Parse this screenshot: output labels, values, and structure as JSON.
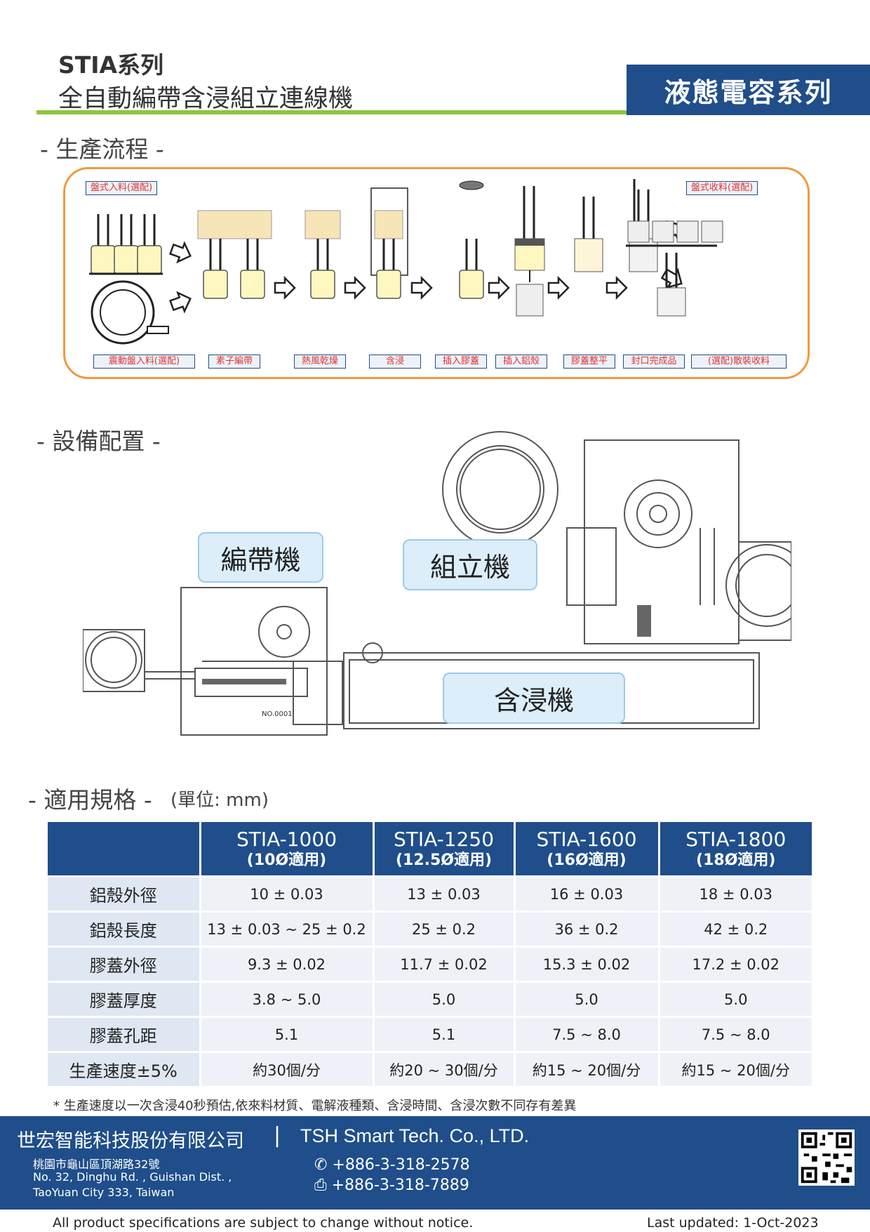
{
  "header": {
    "series": "STIA系列",
    "title": "全自動編帶含浸組立連線機",
    "badge": "液態電容系列"
  },
  "sections": {
    "flow": "- 生產流程 -",
    "equipment": "- 設備配置 -",
    "spec": "- 適用規格 -",
    "spec_unit": "(單位:  mm)"
  },
  "flow": {
    "top_left_tag": "盤式入料(選配)",
    "top_right_tag": "盤式收料(選配)",
    "steps": [
      "震動盤入料(選配)",
      "素子編帶",
      "熱風乾燥",
      "含浸",
      "插入膠蓋",
      "插入鋁殼",
      "膠蓋整平",
      "封口完成品",
      "(選配)散裝收料"
    ]
  },
  "equipment": {
    "taping": "編帶機",
    "assembly": "組立機",
    "impregnation": "含浸機",
    "plate": "NO.0001"
  },
  "table": {
    "models": [
      {
        "name": "STIA-1000",
        "sub": "(10Ø適用)"
      },
      {
        "name": "STIA-1250",
        "sub": "(12.5Ø適用)"
      },
      {
        "name": "STIA-1600",
        "sub": "(16Ø適用)"
      },
      {
        "name": "STIA-1800",
        "sub": "(18Ø適用)"
      }
    ],
    "rows": [
      {
        "label": "鋁殼外徑",
        "values": [
          "10 ± 0.03",
          "13 ± 0.03",
          "16 ± 0.03",
          "18 ± 0.03"
        ]
      },
      {
        "label": "鋁殼長度",
        "values": [
          "13 ± 0.03  ~ 25 ± 0.2",
          "25 ± 0.2",
          "36 ± 0.2",
          "42 ± 0.2"
        ]
      },
      {
        "label": "膠蓋外徑",
        "values": [
          "9.3 ± 0.02",
          "11.7 ± 0.02",
          "15.3 ± 0.02",
          "17.2 ± 0.02"
        ]
      },
      {
        "label": "膠蓋厚度",
        "values": [
          "3.8 ~ 5.0",
          "5.0",
          "5.0",
          "5.0"
        ]
      },
      {
        "label": "膠蓋孔距",
        "values": [
          "5.1",
          "5.1",
          "7.5 ~ 8.0",
          "7.5 ~ 8.0"
        ]
      },
      {
        "label": "生產速度±5%",
        "values": [
          "約30個/分",
          "約20 ~ 30個/分",
          "約15 ~ 20個/分",
          "約15 ~ 20個/分"
        ]
      }
    ],
    "footnote": "* 生產速度以一次含浸40秒預估,依來料材質、電解液種類、含浸時間、含浸次數不同存有差異"
  },
  "footer": {
    "company_zh": "世宏智能科技股份有限公司",
    "separator": "|",
    "company_en": "TSH Smart Tech. Co., LTD.",
    "address_zh": "桃園市龜山區頂湖路32號",
    "address_en1": "No. 32, Dinghu Rd. , Guishan Dist. ,",
    "address_en2": "TaoYuan City 333, Taiwan",
    "phone": "+886-3-318-2578",
    "fax": "+886-3-318-7889",
    "notice": "All product specifications are subject to change without notice.",
    "updated": "Last updated: 1-Oct-2023"
  },
  "colors": {
    "brand_blue": "#1f4e8a",
    "accent_green": "#8cc63f",
    "flow_border": "#f09a3e"
  },
  "icons": [
    "phone-icon",
    "fax-icon",
    "qr-code-icon"
  ]
}
